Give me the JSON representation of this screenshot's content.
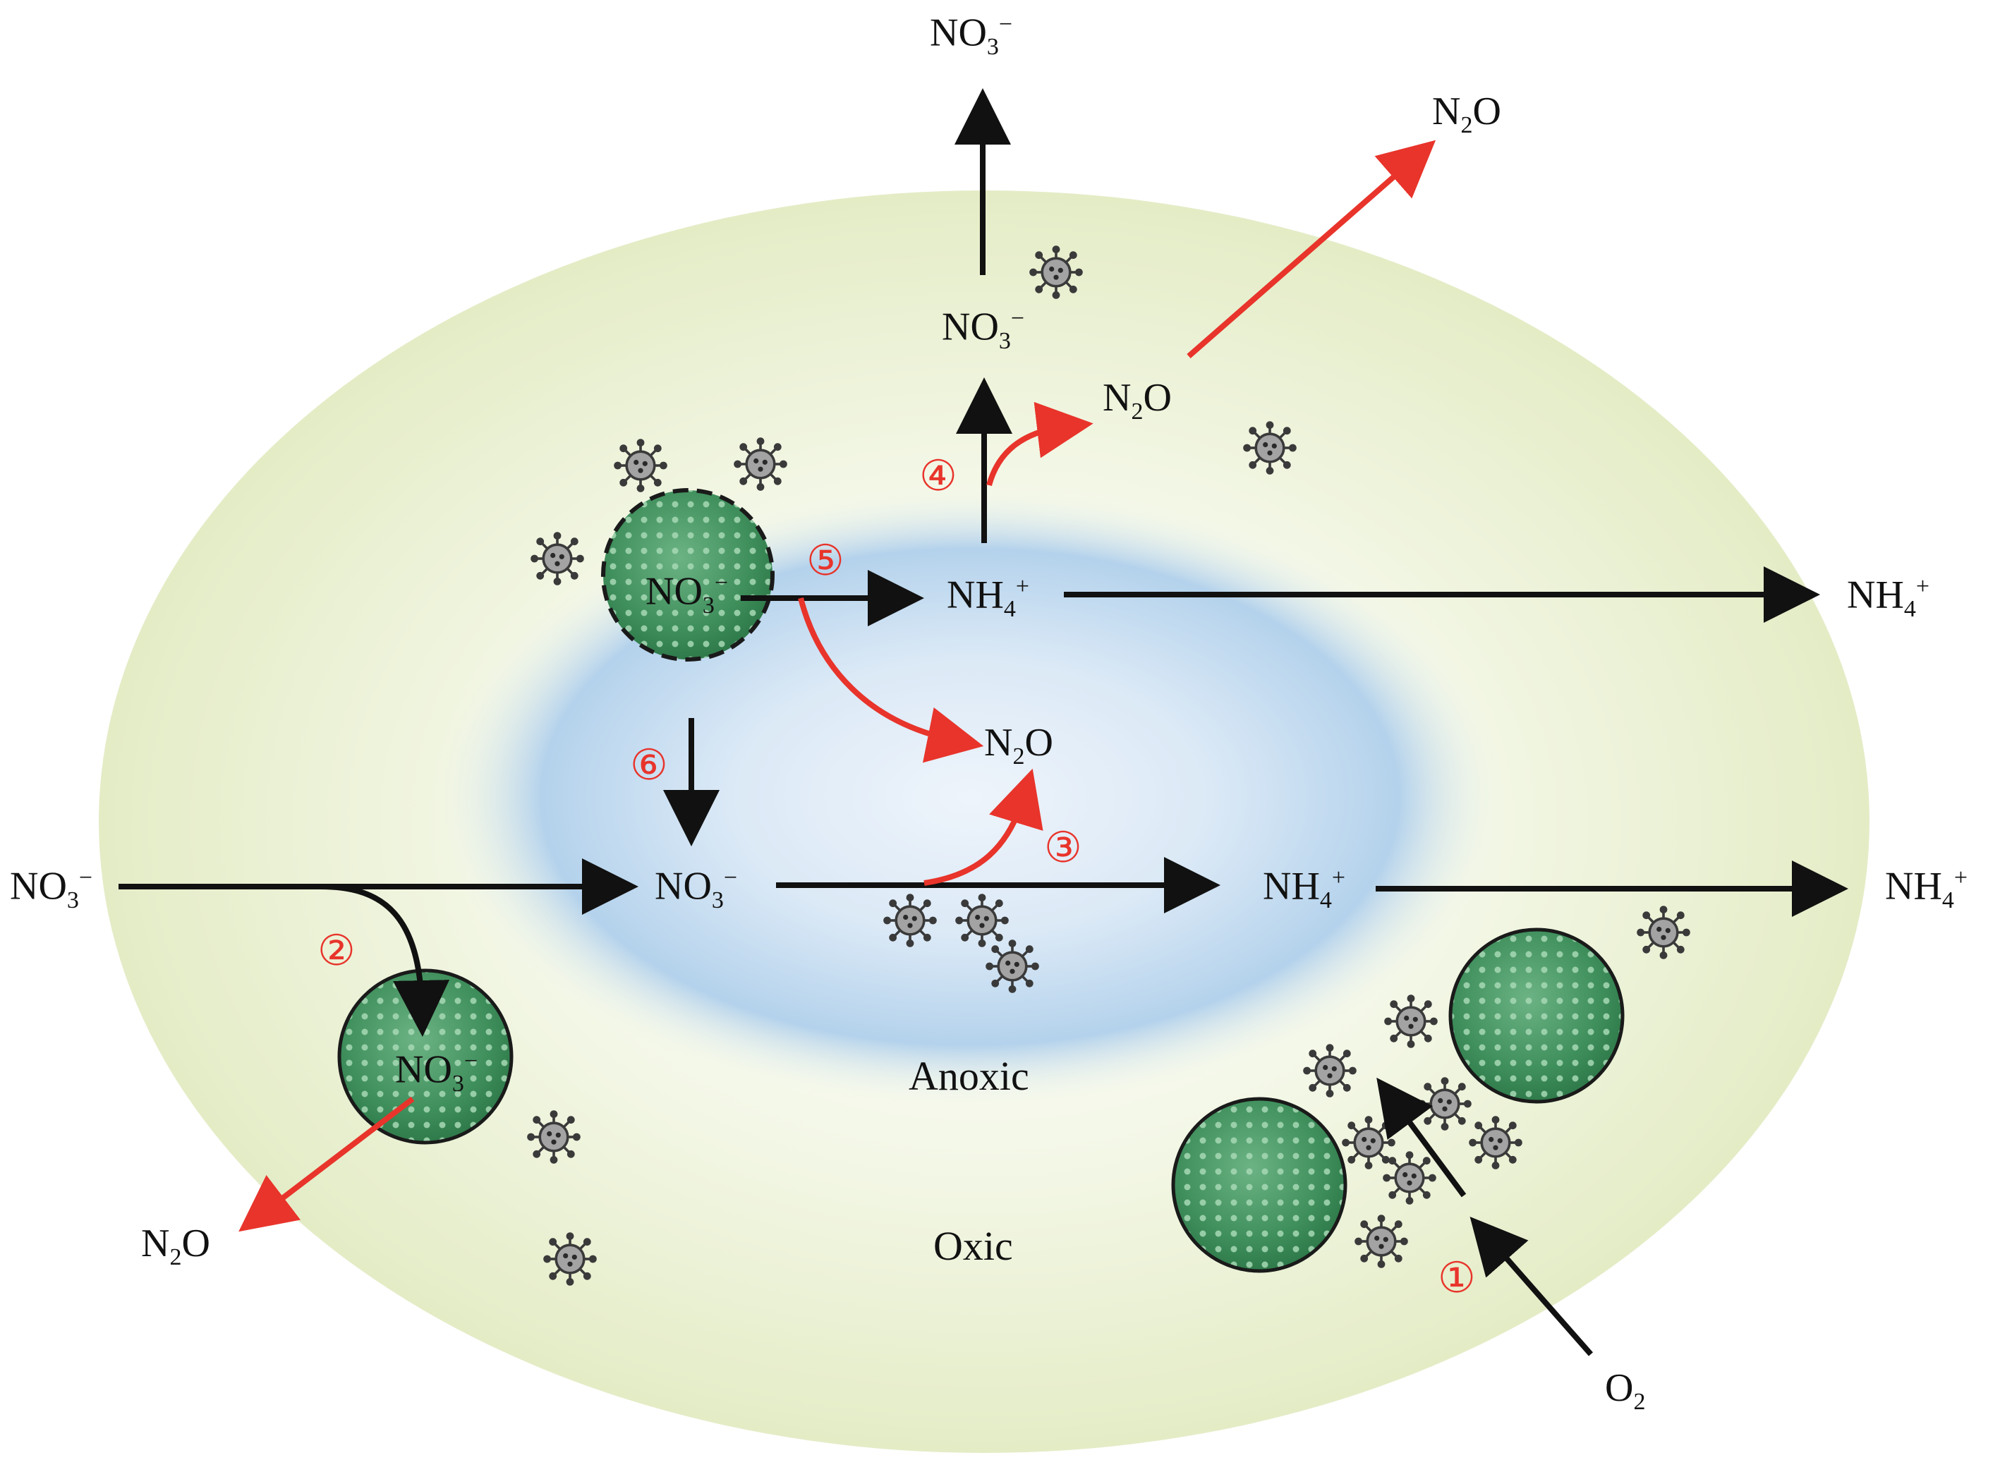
{
  "species": {
    "nitrate": {
      "base": "NO",
      "sub": "3",
      "sup": "−"
    },
    "ammonium": {
      "base": "NH",
      "sub": "4",
      "sup": "+"
    },
    "nitrous_oxide": {
      "base": "N",
      "sub": "2",
      "post": "O"
    },
    "oxygen": {
      "base": "O",
      "sub": "2"
    }
  },
  "zones": {
    "anoxic": "Anoxic",
    "oxic": "Oxic"
  },
  "steps": [
    "①",
    "②",
    "③",
    "④",
    "⑤",
    "⑥"
  ],
  "colors": {
    "outer_zone": "#e8efcc",
    "inner_zone": "#a9cbe9",
    "core_zone": "#eef4fb",
    "cell_green": "#3d8f5a",
    "virus_gray": "#9a9a9a",
    "arrow_black": "#111111",
    "arrow_red": "#e8342b"
  },
  "icons": [
    "microbial-cell-icon",
    "virus-particle-icon"
  ]
}
